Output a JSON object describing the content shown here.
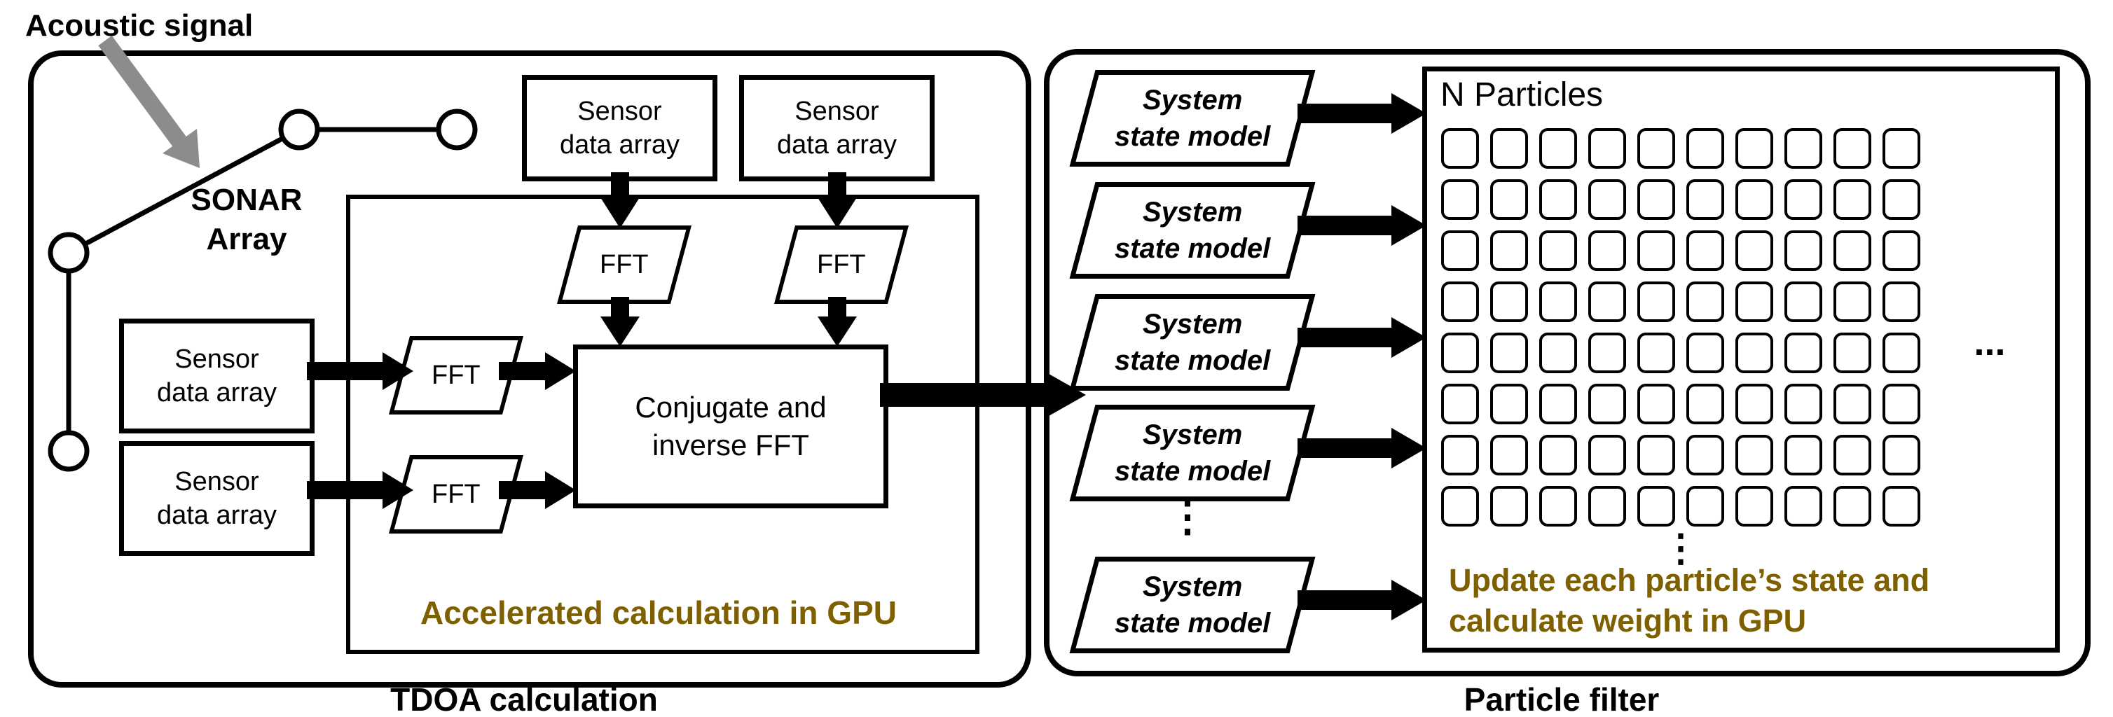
{
  "figure": {
    "left_panel": {
      "caption": "TDOA calculation",
      "acoustic_signal_label": "Acoustic signal",
      "sonar_array_label": {
        "line1": "SONAR",
        "line2": "Array"
      },
      "sensor_box": {
        "line1": "Sensor",
        "line2": "data array"
      },
      "sensor_box_count": 4,
      "fft_label": "FFT",
      "fft_count": 4,
      "conjugate_box": {
        "line1": "Conjugate and",
        "line2": "inverse FFT"
      },
      "gpu_caption": "Accelerated calculation in GPU"
    },
    "right_panel": {
      "caption": "Particle filter",
      "system_state_model": {
        "line1": "System",
        "line2": "state model"
      },
      "system_state_model_count": 5,
      "column_vertical_ellipsis": "⋮",
      "particles_box": {
        "title": "N Particles",
        "grid": {
          "rows": 8,
          "cols": 10
        },
        "horizontal_ellipsis": "...",
        "vertical_ellipsis": "⋮",
        "gpu_caption": {
          "line1": "Update each particle’s state and",
          "line2": "calculate weight in GPU"
        }
      }
    },
    "colors": {
      "accent_brown": "#7F6000",
      "arrow_gray": "#8C8C8C",
      "line_black": "#000000"
    }
  }
}
